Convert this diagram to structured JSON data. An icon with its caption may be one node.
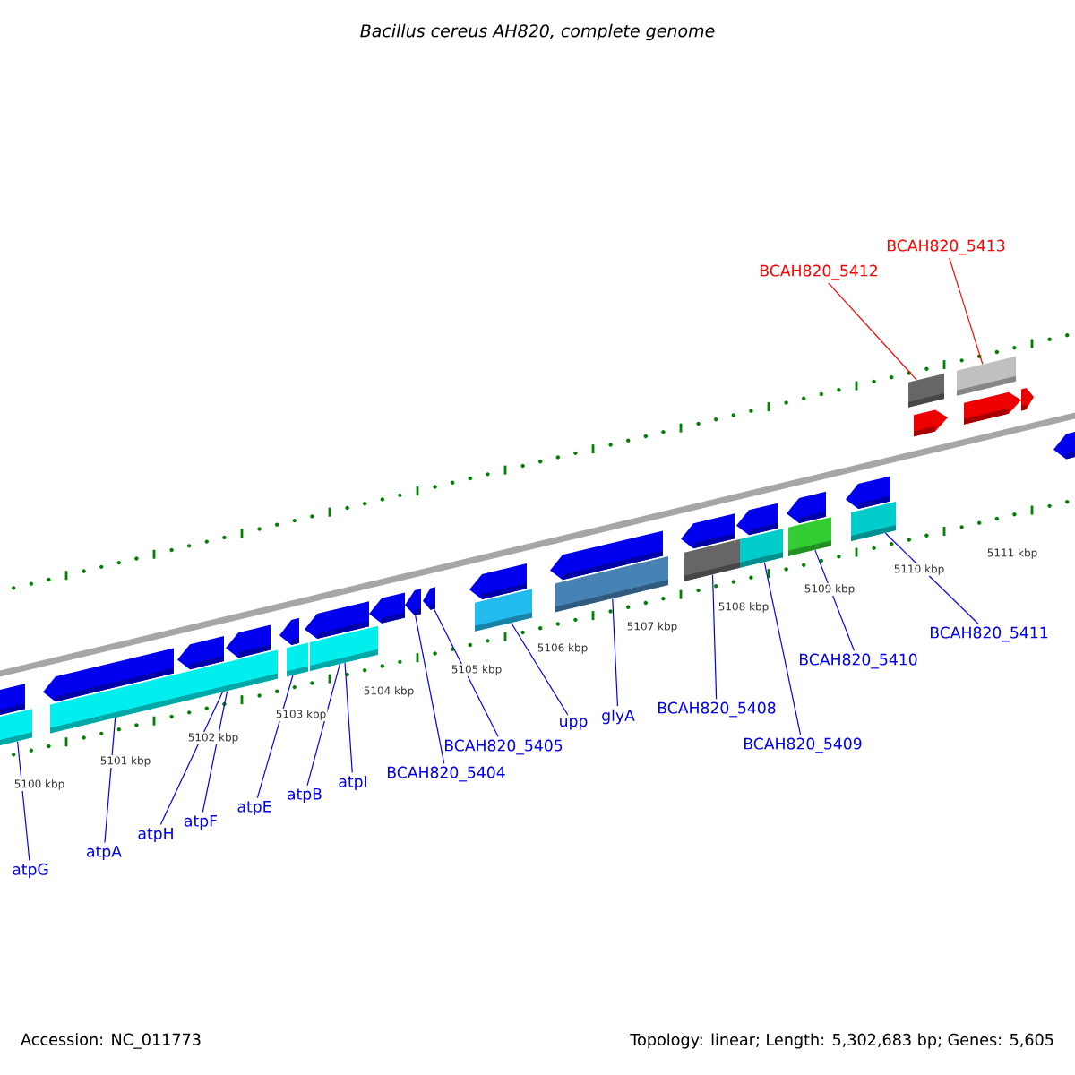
{
  "diagram": {
    "title": "Bacillus cereus AH820, complete genome",
    "nodes": [
      {
        "text": [
          "atpG"
        ]
      },
      {
        "text": [
          "atpA"
        ]
      },
      {
        "text": [
          "atpH"
        ]
      },
      {
        "text": [
          "atpF"
        ]
      },
      {
        "text": [
          "atpE"
        ]
      },
      {
        "text": [
          "atpB"
        ]
      },
      {
        "text": [
          "atpI"
        ]
      },
      {
        "text": [
          "BCAH820_5404"
        ]
      },
      {
        "text": [
          "BCAH820_5405"
        ]
      },
      {
        "text": [
          "upp"
        ]
      },
      {
        "text": [
          "glyA"
        ]
      },
      {
        "text": [
          "BCAH820_5408"
        ]
      },
      {
        "text": [
          "BCAH820_5409"
        ]
      },
      {
        "text": [
          "BCAH820_5410"
        ]
      },
      {
        "text": [
          "BCAH820_5411"
        ]
      },
      {
        "text": [
          "BCAH820_5412"
        ]
      },
      {
        "text": [
          "BCAH820_5413"
        ]
      },
      {
        "text": [],
        "shape": "box"
      },
      {
        "text": [],
        "shape": "box"
      },
      {
        "text": [],
        "shape": "box"
      },
      {
        "text": [],
        "shape": "box"
      },
      {
        "text": [],
        "shape": "box"
      },
      {
        "text": [],
        "shape": "arrow"
      },
      {
        "text": [],
        "shape": "arrow"
      },
      {
        "text": [],
        "shape": "box"
      },
      {
        "text": [],
        "shape": "box"
      },
      {
        "text": [],
        "shape": "box"
      },
      {
        "text": [],
        "shape": "box"
      },
      {
        "text": [],
        "shape": "box"
      },
      {
        "text": [],
        "shape": "box"
      },
      {
        "text": [],
        "shape": "box"
      },
      {
        "text": [],
        "shape": "box"
      }
    ],
    "edges": [
      {
        "from": 0,
        "to": 17,
        "arrow": "none"
      },
      {
        "from": 1,
        "to": 18,
        "arrow": "none"
      },
      {
        "from": 2,
        "to": 19,
        "arrow": "none"
      },
      {
        "from": 3,
        "to": 19,
        "arrow": "none"
      },
      {
        "from": 4,
        "to": 20,
        "arrow": "none"
      },
      {
        "from": 5,
        "to": 21,
        "arrow": "none"
      },
      {
        "from": 6,
        "to": 21,
        "arrow": "none"
      },
      {
        "from": 7,
        "to": 22,
        "arrow": "none"
      },
      {
        "from": 8,
        "to": 23,
        "arrow": "none"
      },
      {
        "from": 9,
        "to": 24,
        "arrow": "none"
      },
      {
        "from": 10,
        "to": 25,
        "arrow": "none"
      },
      {
        "from": 11,
        "to": 26,
        "arrow": "none"
      },
      {
        "from": 12,
        "to": 27,
        "arrow": "none"
      },
      {
        "from": 13,
        "to": 28,
        "arrow": "none"
      },
      {
        "from": 14,
        "to": 29,
        "arrow": "none"
      },
      {
        "from": 15,
        "to": 30,
        "arrow": "none",
        "color": "#ff0000"
      },
      {
        "from": 16,
        "to": 31,
        "arrow": "none",
        "color": "#ff0000"
      }
    ],
    "labels": [
      "5100 kbp",
      "5101 kbp",
      "5102 kbp",
      "5103 kbp",
      "5104 kbp",
      "5105 kbp",
      "5106 kbp",
      "5107 kbp",
      "5108 kbp",
      "5109 kbp",
      "5110 kbp",
      "5111 kbp",
      "Accession: NC_011773",
      "Topology: linear; Length: 5,302,683 bp; Genes: 5,605"
    ]
  }
}
